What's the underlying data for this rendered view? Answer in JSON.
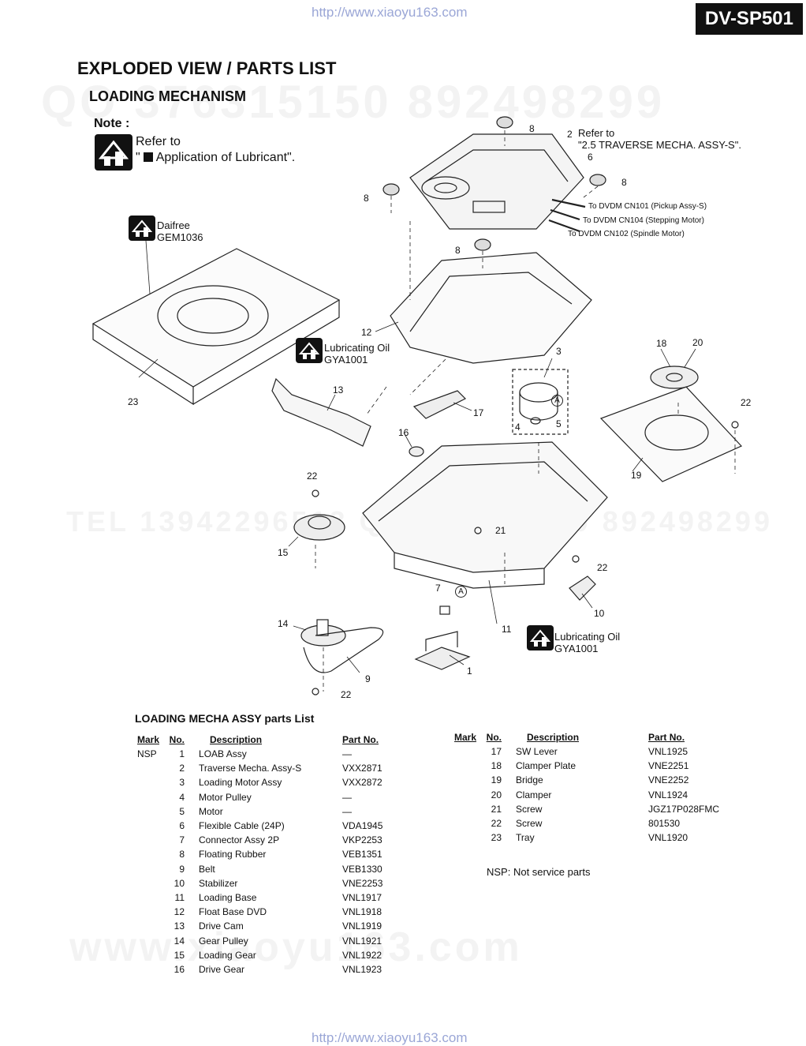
{
  "header": {
    "top_url": "http://www.xiaoyu163.com",
    "model_badge": "DV-SP501",
    "bottom_url": "http://www.xiaoyu163.com"
  },
  "page": {
    "title": "EXPLODED VIEW / PARTS LIST",
    "section": "LOADING MECHANISM"
  },
  "watermarks": {
    "qq_line": "QQ 376315150  892498299",
    "tel_line": "TEL 13942296513  QQ 376315150  892498299",
    "www_line": "www.xiaoyu163.com"
  },
  "note": {
    "title": "Note :",
    "line1": "Refer to",
    "line2_prefix": "\"",
    "line2_text": "Application of Lubricant\"."
  },
  "callouts": {
    "refer_to": "Refer to",
    "traverse": "\"2.5 TRAVERSE MECHA. ASSY-S\".",
    "cn101": "To DVDM CN101 (Pickup Assy-S)",
    "cn104": "To DVDM CN104 (Stepping Motor)",
    "cn102": "To DVDM CN102 (Spindle Motor)",
    "daifree_1": "Daifree",
    "daifree_2": "GEM1036",
    "lub1_1": "Lubricating Oil",
    "lub1_2": "GYA1001",
    "lub2_1": "Lubricating Oil",
    "lub2_2": "GYA1001",
    "a1": "A",
    "a2": "A"
  },
  "diagram_numbers": {
    "n1": "1",
    "n2": "2",
    "n3": "3",
    "n4": "4",
    "n5": "5",
    "n6": "6",
    "n7": "7",
    "n8a": "8",
    "n8b": "8",
    "n8c": "8",
    "n8d": "8",
    "n9": "9",
    "n10": "10",
    "n11": "11",
    "n12": "12",
    "n13": "13",
    "n14": "14",
    "n15": "15",
    "n16": "16",
    "n17": "17",
    "n18": "18",
    "n19": "19",
    "n20": "20",
    "n21": "21",
    "n22a": "22",
    "n22b": "22",
    "n22c": "22",
    "n22d": "22",
    "n23": "23"
  },
  "parts_list": {
    "title": "LOADING MECHA ASSY parts List",
    "headers": {
      "mark": "Mark",
      "no": "No.",
      "desc": "Description",
      "part": "Part No."
    },
    "left": [
      {
        "mark": "NSP",
        "no": "1",
        "desc": "LOAB Assy",
        "part": "—"
      },
      {
        "mark": "",
        "no": "2",
        "desc": "Traverse Mecha. Assy-S",
        "part": "VXX2871"
      },
      {
        "mark": "",
        "no": "3",
        "desc": "Loading Motor Assy",
        "part": "VXX2872"
      },
      {
        "mark": "",
        "no": "4",
        "desc": "Motor Pulley",
        "part": "—"
      },
      {
        "mark": "",
        "no": "5",
        "desc": "Motor",
        "part": "—"
      },
      {
        "mark": "",
        "no": "6",
        "desc": "Flexible Cable (24P)",
        "part": "VDA1945"
      },
      {
        "mark": "",
        "no": "7",
        "desc": "Connector Assy 2P",
        "part": "VKP2253"
      },
      {
        "mark": "",
        "no": "8",
        "desc": "Floating Rubber",
        "part": "VEB1351"
      },
      {
        "mark": "",
        "no": "9",
        "desc": "Belt",
        "part": "VEB1330"
      },
      {
        "mark": "",
        "no": "10",
        "desc": "Stabilizer",
        "part": "VNE2253"
      },
      {
        "mark": "",
        "no": "11",
        "desc": "Loading Base",
        "part": "VNL1917"
      },
      {
        "mark": "",
        "no": "12",
        "desc": "Float Base DVD",
        "part": "VNL1918"
      },
      {
        "mark": "",
        "no": "13",
        "desc": "Drive Cam",
        "part": "VNL1919"
      },
      {
        "mark": "",
        "no": "14",
        "desc": "Gear Pulley",
        "part": "VNL1921"
      },
      {
        "mark": "",
        "no": "15",
        "desc": "Loading Gear",
        "part": "VNL1922"
      },
      {
        "mark": "",
        "no": "16",
        "desc": "Drive Gear",
        "part": "VNL1923"
      }
    ],
    "right": [
      {
        "mark": "",
        "no": "17",
        "desc": "SW Lever",
        "part": "VNL1925"
      },
      {
        "mark": "",
        "no": "18",
        "desc": "Clamper Plate",
        "part": "VNE2251"
      },
      {
        "mark": "",
        "no": "19",
        "desc": "Bridge",
        "part": "VNE2252"
      },
      {
        "mark": "",
        "no": "20",
        "desc": "Clamper",
        "part": "VNL1924"
      },
      {
        "mark": "",
        "no": "21",
        "desc": "Screw",
        "part": "JGZ17P028FMC"
      },
      {
        "mark": "",
        "no": "22",
        "desc": "Screw",
        "part": "801530"
      },
      {
        "mark": "",
        "no": "23",
        "desc": "Tray",
        "part": "VNL1920"
      }
    ],
    "nsp_note": "NSP: Not service parts"
  }
}
